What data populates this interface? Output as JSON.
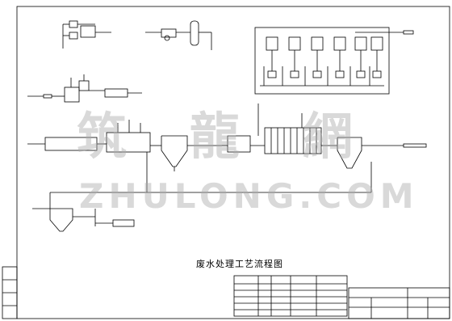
{
  "drawing": {
    "title": "废水处理工艺流程图"
  },
  "watermark": {
    "chinese": "筑龍網",
    "english": "ZHULONG.COM"
  }
}
